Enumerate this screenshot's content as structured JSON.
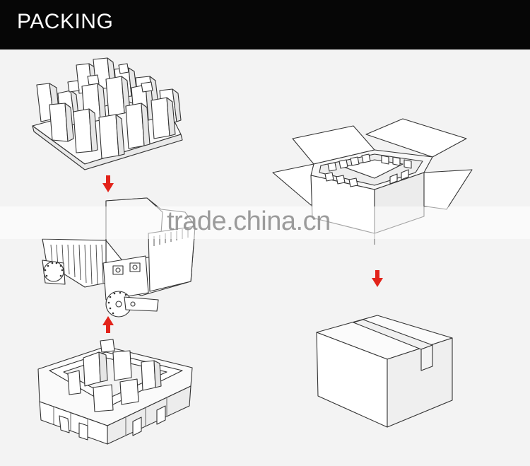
{
  "header": {
    "title": "PACKING"
  },
  "watermark": {
    "text": "trade.china.cn"
  },
  "steps": [
    {
      "id": "top-tray",
      "icon": "foam-tray-top-icon"
    },
    {
      "id": "arrow-down-left",
      "icon": "arrow-down-icon"
    },
    {
      "id": "fixture",
      "icon": "flood-light-fixture-icon"
    },
    {
      "id": "arrow-up-left",
      "icon": "arrow-up-icon"
    },
    {
      "id": "bottom-tray",
      "icon": "foam-tray-bottom-icon"
    },
    {
      "id": "open-box",
      "icon": "open-carton-icon"
    },
    {
      "id": "arrow-down-right",
      "icon": "arrow-down-icon"
    },
    {
      "id": "closed-box",
      "icon": "closed-carton-icon"
    }
  ],
  "colors": {
    "header_bg": "#060606",
    "header_text": "#ffffff",
    "arrow": "#e2231a",
    "background": "#f3f3f3",
    "line": "#333333"
  }
}
